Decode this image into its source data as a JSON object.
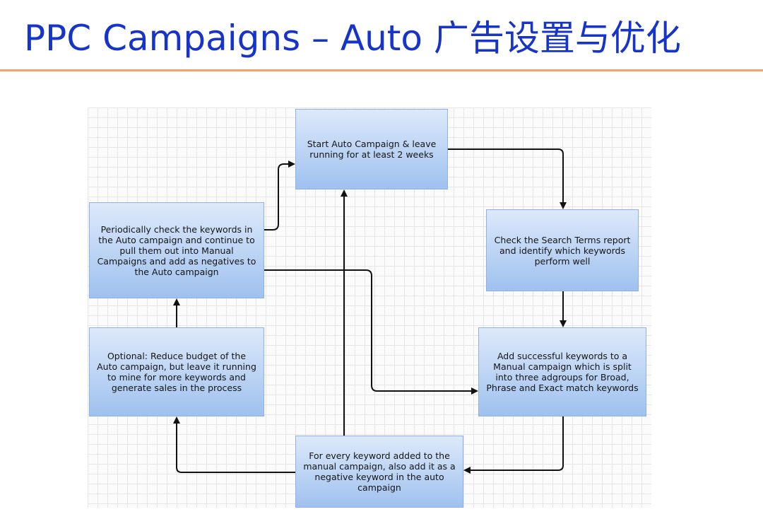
{
  "page": {
    "title": "PPC Campaigns – Auto 广告设置与优化"
  },
  "flowchart": {
    "nodes": {
      "start": "Start Auto Campaign & leave running for at least 2 weeks",
      "check_search_terms": "Check the Search Terms report and identify which keywords perform well",
      "add_keywords": "Add successful keywords to a Manual campaign which is split into three adgroups for Broad, Phrase and Exact match keywords",
      "negative_keyword": "For every keyword added to the manual campaign, also add it as a negative keyword in the auto campaign",
      "optional_reduce": "Optional: Reduce budget of the Auto campaign, but leave it running to mine for more keywords and generate sales in the process",
      "periodic_check": "Periodically check the keywords in the Auto campaign and continue to pull them out into Manual Campaigns and add as negatives to the Auto campaign"
    },
    "edges": [
      {
        "from": "start",
        "to": "check_search_terms"
      },
      {
        "from": "check_search_terms",
        "to": "add_keywords"
      },
      {
        "from": "add_keywords",
        "to": "negative_keyword"
      },
      {
        "from": "negative_keyword",
        "to": "optional_reduce"
      },
      {
        "from": "negative_keyword",
        "to": "start"
      },
      {
        "from": "optional_reduce",
        "to": "periodic_check"
      },
      {
        "from": "periodic_check",
        "to": "start"
      },
      {
        "from": "periodic_check",
        "to": "add_keywords"
      }
    ],
    "colors": {
      "box_top": "#dde9fb",
      "box_bottom": "#9fc1ee",
      "box_border": "#8fb2e2",
      "arrow": "#111111",
      "title": "#1634c9",
      "rule": "#f0a46a"
    }
  }
}
